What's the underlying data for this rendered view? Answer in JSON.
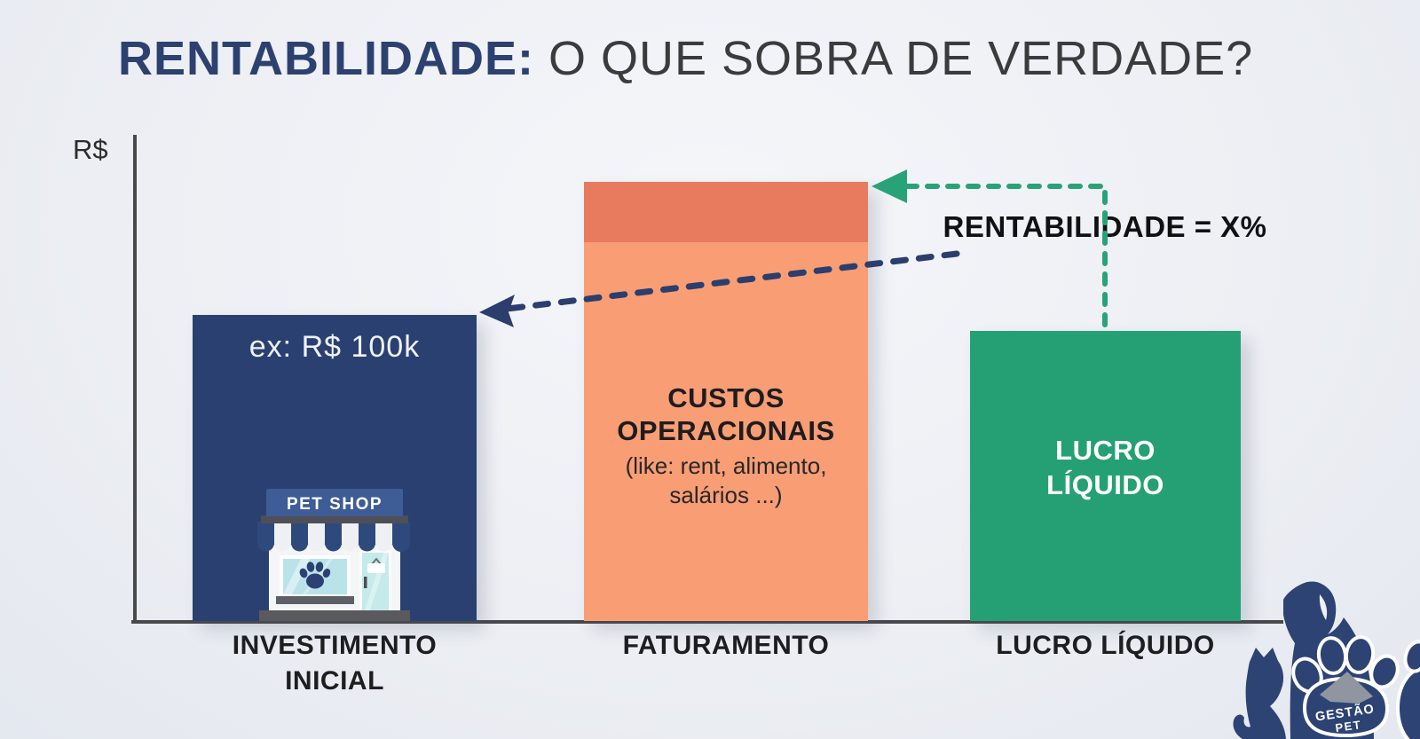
{
  "title": {
    "highlight": "RENTABILIDADE:",
    "rest": "O QUE SOBRA DE VERDADE?"
  },
  "axis": {
    "y_label": "R$"
  },
  "bars": {
    "investimento": {
      "value_text": "ex: R$ 100k",
      "label_line1": "INVESTIMENTO",
      "label_line2": "INICIAL",
      "color": "#2a4071"
    },
    "faturamento": {
      "title_line1": "CUSTOS",
      "title_line2": "OPERACIONAIS",
      "sub_line1": "(like: rent, alimento,",
      "sub_line2": "salários ...)",
      "label": "FATURAMENTO",
      "color": "#f99d74",
      "top_segment_color": "#e87a5e"
    },
    "lucro": {
      "text_line1": "LUCRO",
      "text_line2": "LÍQUIDO",
      "label": "LUCRO LÍQUIDO",
      "color": "#25a075"
    }
  },
  "petshop": {
    "sign_text": "PET SHOP"
  },
  "annotation": {
    "text": "RENTABILIDADE = X%"
  },
  "logo": {
    "line1": "GESTÃO",
    "line2": "PET",
    "color": "#2d4373"
  },
  "colors": {
    "background": "#edeff4",
    "title_highlight": "#2c4170",
    "title_rest": "#3b3b3d",
    "axis": "#48494b",
    "navy_arrow": "#2b3e6d",
    "green_arrow": "#28a377"
  },
  "chart_data": {
    "type": "bar",
    "title": "RENTABILIDADE: O QUE SOBRA DE VERDADE?",
    "ylabel": "R$",
    "xlabel": "",
    "categories": [
      "INVESTIMENTO INICIAL",
      "FATURAMENTO",
      "LUCRO LÍQUIDO"
    ],
    "values_relative_height": [
      0.63,
      0.9,
      0.6
    ],
    "bar_colors": [
      "#2a4071",
      "#f99d74",
      "#25a075"
    ],
    "bar_inner_labels": [
      "ex: R$ 100k",
      "CUSTOS OPERACIONAIS (like: rent, alimento, salários ...)",
      "LUCRO LÍQUIDO"
    ],
    "annotations": [
      {
        "text": "RENTABILIDADE = X%",
        "arrow_from": "LUCRO LÍQUIDO",
        "arrow_to": "FATURAMENTO",
        "color": "#28a377"
      },
      {
        "text": "",
        "arrow_from": "FATURAMENTO",
        "arrow_to": "INVESTIMENTO INICIAL",
        "color": "#2b3e6d"
      }
    ],
    "grid": false,
    "legend": false,
    "y_scale": "unlabeled (conceptual, currency R$)"
  }
}
